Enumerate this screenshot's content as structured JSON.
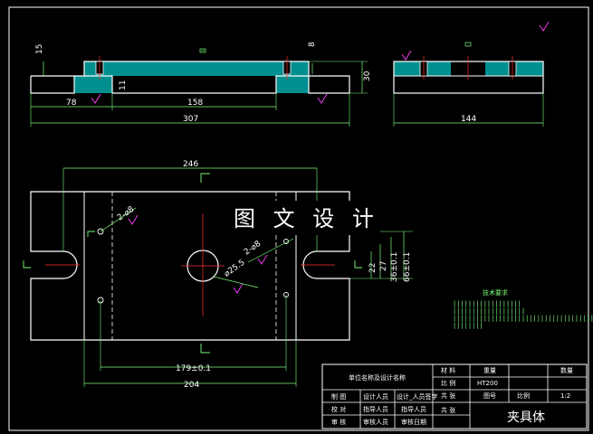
{
  "watermark": "图 文 设 计",
  "front_view": {
    "dims": {
      "height_left": "15",
      "width_inner_step": "11",
      "top_right_small": "8",
      "overall_height": "30",
      "left_foot": "78",
      "middle": "158",
      "overall_length": "307"
    }
  },
  "side_view": {
    "dims": {
      "width": "144"
    }
  },
  "plan_view": {
    "dims": {
      "top_span": "246",
      "hole_dia": "⌀25.5",
      "slot_dia_a": "2-⌀8",
      "slot_dia_b": "2-⌀8",
      "center_span": "179±0.1",
      "bottom_span": "204",
      "v22": "22",
      "v27": "27",
      "v36": "36±0.1",
      "v66": "66±0.1"
    }
  },
  "notes": {
    "title": "技术要求",
    "lines": [
      "||||||||||||||||||",
      "|||||||||||||||||||",
      "|||||||||||||||||||||||||||||||||||||",
      "||||||||"
    ]
  },
  "title_block": {
    "header": "单位名称及设计名称",
    "material_label": "材 料",
    "material_value": "HT200",
    "scale_label": "比例",
    "scale_value": "1:2",
    "qty_label": "数量",
    "weight_label": "重量",
    "drawing_no_label": "图号",
    "r_designer": "设计人员",
    "r_designer_name": "设计_人员签字",
    "r_guide": "指导人员",
    "r_guide_name": "指导人员",
    "r_check": "审核人员",
    "r_check_name": "审核日期",
    "sheet_label": "共 张",
    "part_name": "夹具体",
    "left_col_1": "制 图",
    "left_col_2": "校 对",
    "left_col_3": "审 核",
    "mid_a": "材 料",
    "mid_b": "比 例",
    "mid_c": "共 张"
  },
  "colors": {
    "background": "#000000",
    "outline": "#ffffff",
    "dimension": "#7cfc7c",
    "hatch": "#00c8c8",
    "centerline": "#ff3030",
    "roughness": "#ff40ff",
    "frame": "#ffffff"
  }
}
